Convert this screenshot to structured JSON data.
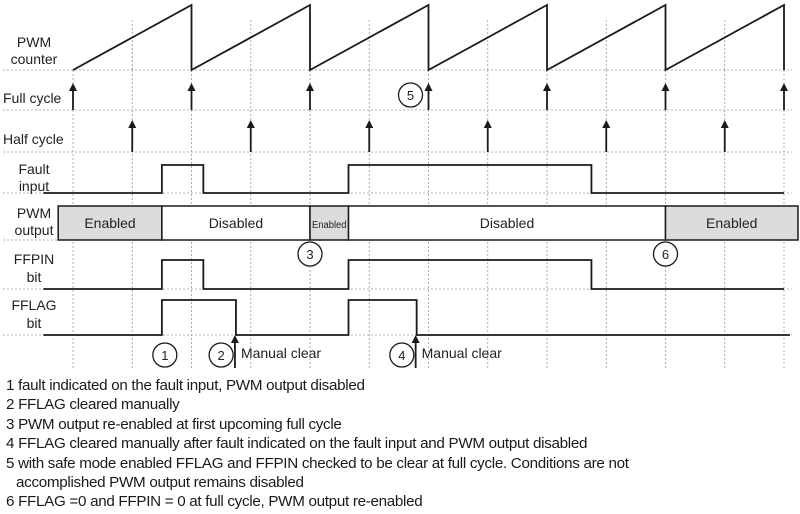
{
  "chart_data": {
    "type": "timing-diagram",
    "title": "",
    "time_axis": {
      "unit": "half-cycle",
      "range": [
        0,
        12.2
      ],
      "grid": true,
      "full_cycle_times": [
        0,
        2,
        4,
        6,
        8,
        10,
        12
      ],
      "half_cycle_times": [
        1,
        3,
        5,
        7,
        9,
        11
      ]
    },
    "signals": [
      {
        "id": "pwm_counter",
        "label": [
          "PWM",
          "counter"
        ],
        "kind": "sawtooth",
        "period": 2,
        "start": 0,
        "end": 12
      },
      {
        "id": "full_cycle",
        "label": [
          "Full cycle"
        ],
        "kind": "events",
        "times": [
          0,
          2,
          4,
          6,
          8,
          10,
          12
        ]
      },
      {
        "id": "half_cycle",
        "label": [
          "Half cycle"
        ],
        "kind": "events",
        "times": [
          1,
          3,
          5,
          7,
          9,
          11
        ]
      },
      {
        "id": "fault_input",
        "label": [
          "Fault",
          "input"
        ],
        "kind": "digital",
        "initial": 0,
        "transitions": [
          [
            1.5,
            1
          ],
          [
            2.2,
            0
          ],
          [
            4.65,
            1
          ],
          [
            8.75,
            0
          ]
        ],
        "start": -0.5,
        "end": 12
      },
      {
        "id": "pwm_output",
        "label": [
          "PWM",
          "output"
        ],
        "kind": "states",
        "segments": [
          {
            "from": -0.25,
            "to": 1.5,
            "state": "Enabled"
          },
          {
            "from": 1.5,
            "to": 4.0,
            "state": "Disabled"
          },
          {
            "from": 4.0,
            "to": 4.65,
            "state": "Enabled"
          },
          {
            "from": 4.65,
            "to": 10.0,
            "state": "Disabled"
          },
          {
            "from": 10.0,
            "to": 12.3,
            "state": "Enabled"
          }
        ]
      },
      {
        "id": "ffpin_bit",
        "label": [
          "FFPIN",
          "bit"
        ],
        "kind": "digital",
        "initial": 0,
        "transitions": [
          [
            1.5,
            1
          ],
          [
            2.2,
            0
          ],
          [
            4.65,
            1
          ],
          [
            8.75,
            0
          ]
        ],
        "start": -0.5,
        "end": 12
      },
      {
        "id": "fflag_bit",
        "label": [
          "FFLAG",
          "bit"
        ],
        "kind": "digital",
        "initial": 0,
        "transitions": [
          [
            1.5,
            1
          ],
          [
            2.75,
            0
          ],
          [
            4.65,
            1
          ],
          [
            5.8,
            0
          ]
        ],
        "start": -0.5,
        "end": 12.1
      }
    ],
    "markers": [
      {
        "n": "1",
        "t": 1.55,
        "row": "below"
      },
      {
        "n": "2",
        "t": 2.5,
        "row": "below"
      },
      {
        "n": "3",
        "t": 4.0,
        "row": "ffpin_top"
      },
      {
        "n": "4",
        "t": 5.55,
        "row": "below"
      },
      {
        "n": "5",
        "t": 5.82,
        "row": "full_cycle"
      },
      {
        "n": "6",
        "t": 10.0,
        "row": "ffpin_top"
      }
    ],
    "annotations": [
      {
        "t": 2.75,
        "text": "Manual clear"
      },
      {
        "t": 5.8,
        "text": "Manual clear"
      }
    ],
    "colors": {
      "line": "#1a1a1a",
      "grid": "#9a9a9a",
      "enabled_fill": "#dcdcdc",
      "disabled_fill": "#ffffff"
    }
  },
  "notes": [
    {
      "text": "1 fault indicated on the fault input, PWM output disabled",
      "cont": false
    },
    {
      "text": "2 FFLAG cleared manually",
      "cont": false
    },
    {
      "text": "3 PWM output re-enabled at first upcoming full cycle",
      "cont": false
    },
    {
      "text": "4 FFLAG cleared manually after fault indicated on the fault input and PWM output disabled",
      "cont": false
    },
    {
      "text": "5 with safe mode enabled FFLAG and FFPIN checked to be clear at full cycle. Conditions are not",
      "cont": false
    },
    {
      "text": "accomplished PWM output remains disabled",
      "cont": true
    },
    {
      "text": "6 FFLAG =0 and FFPIN = 0 at full cycle, PWM output re-enabled",
      "cont": false
    }
  ]
}
